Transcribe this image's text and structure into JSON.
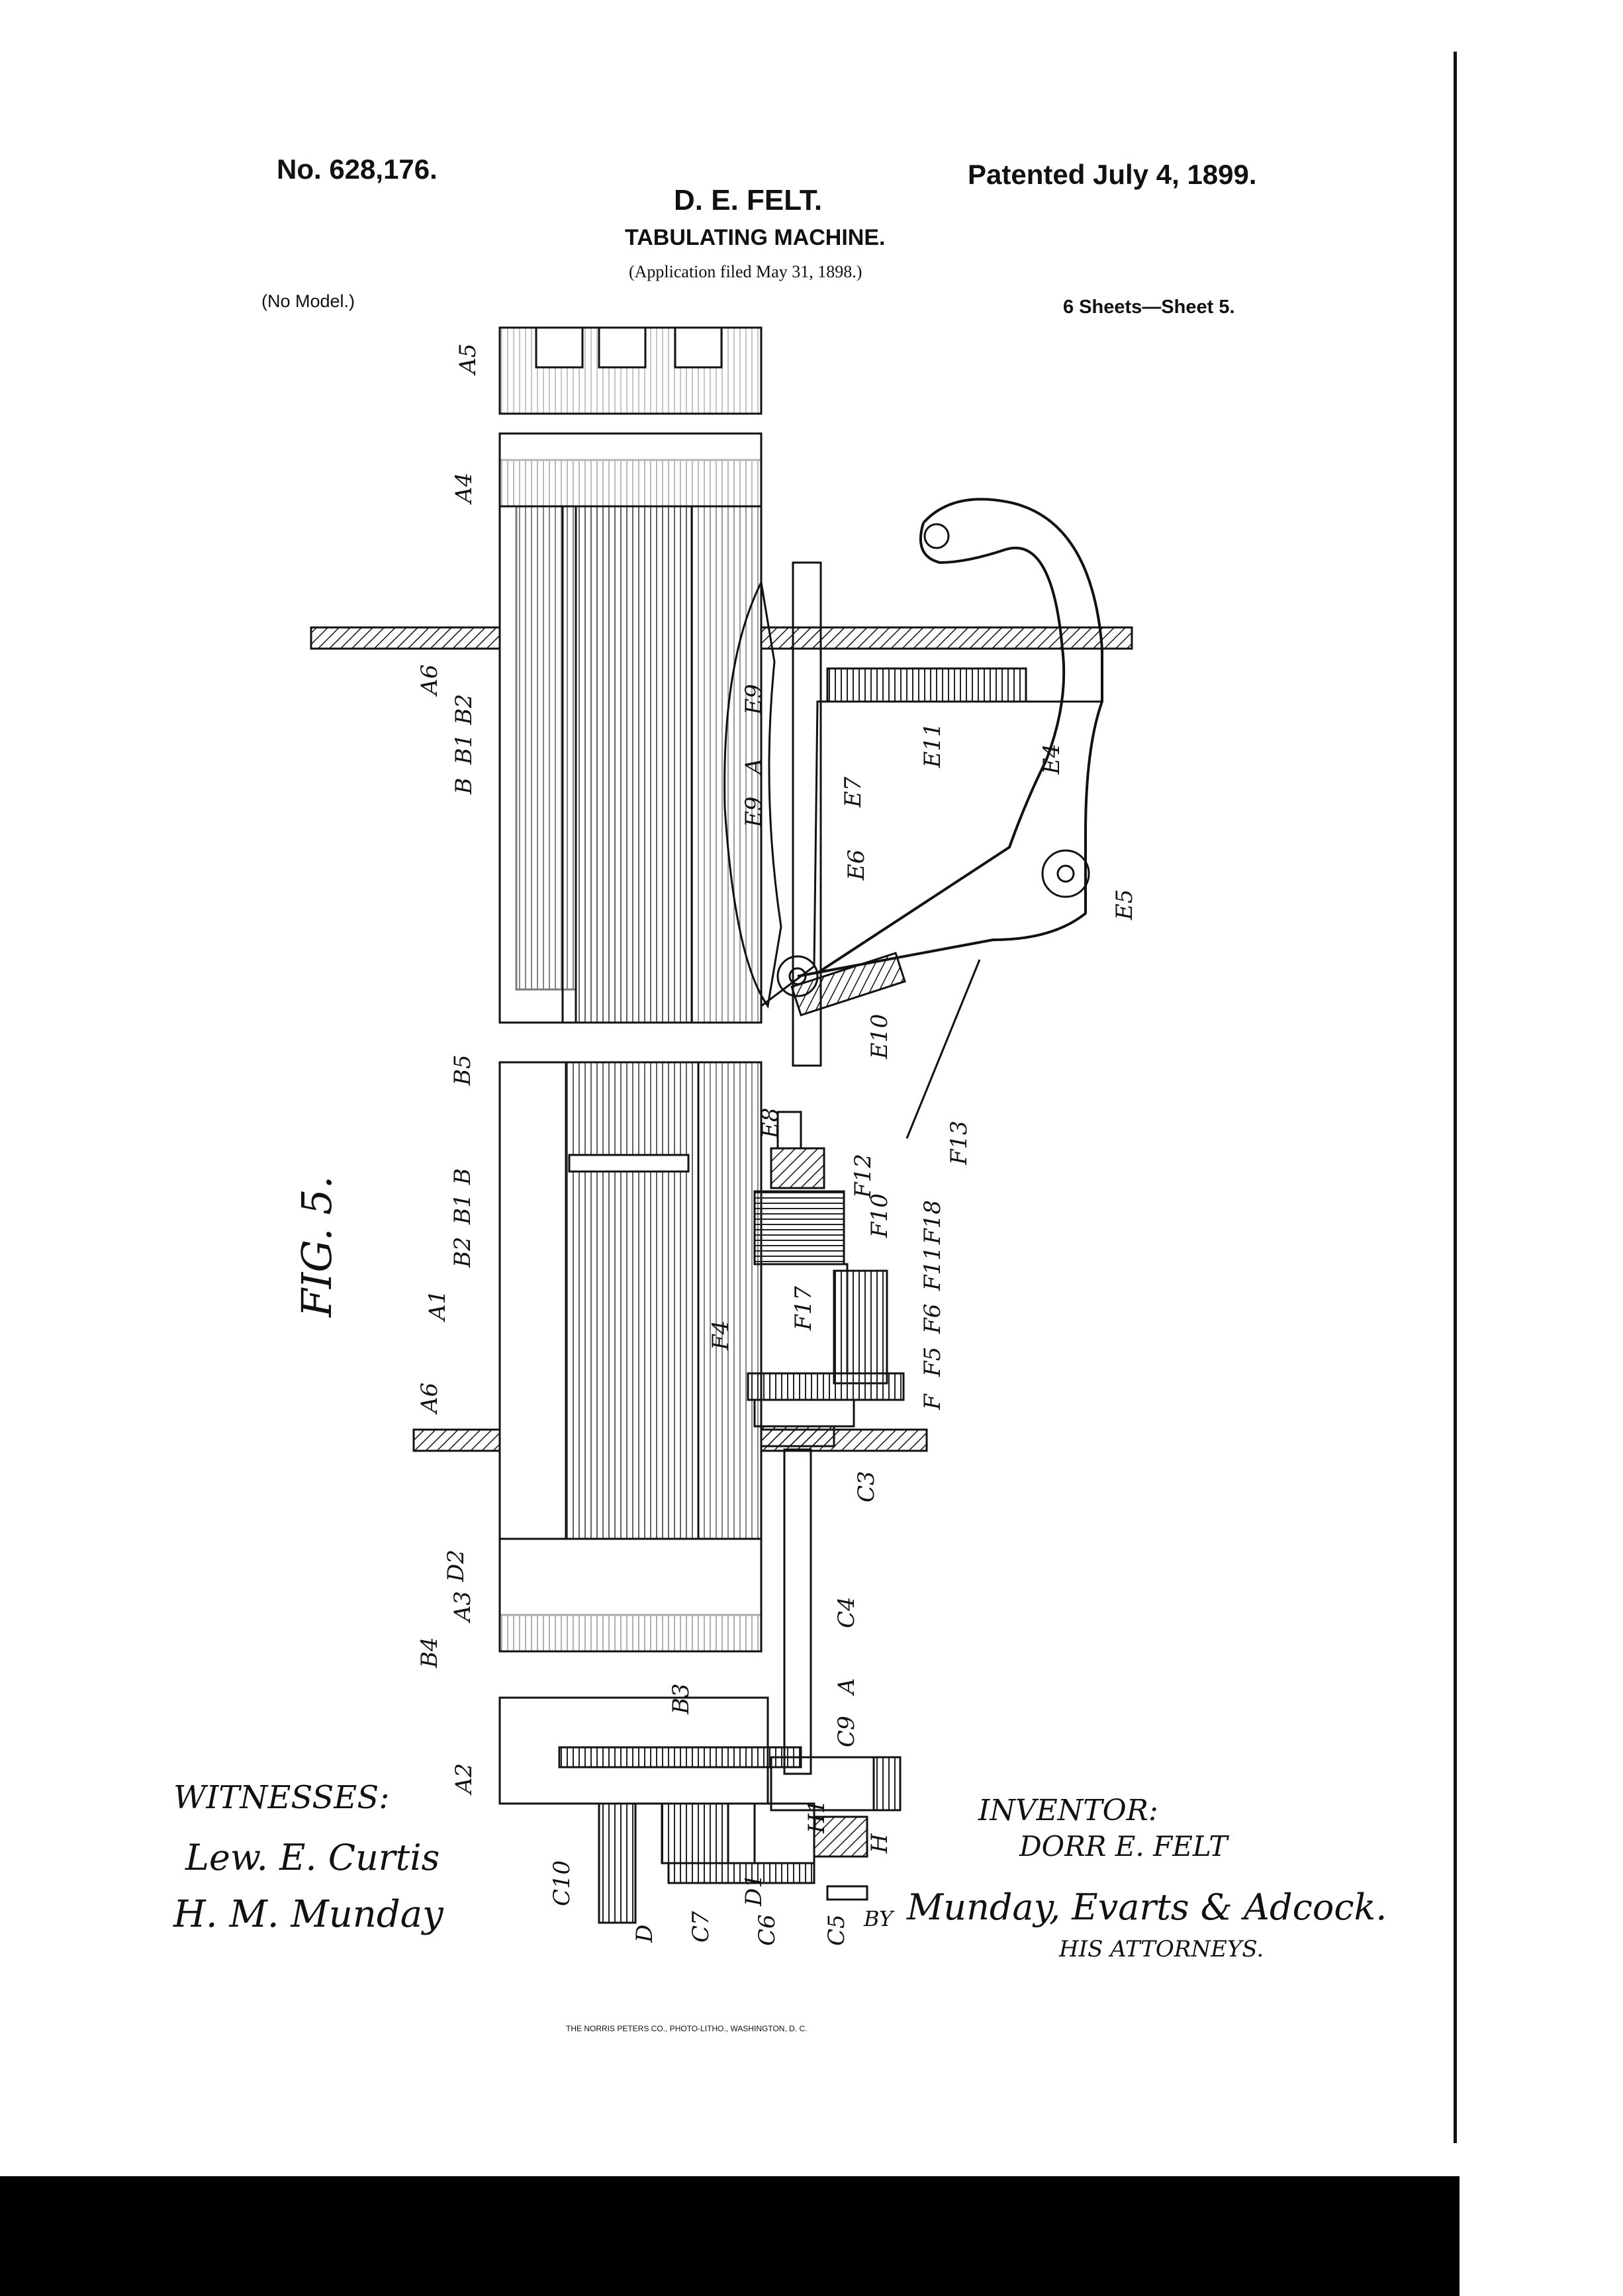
{
  "header": {
    "patent_no": "No. 628,176.",
    "patent_date": "Patented July 4, 1899.",
    "inventor_name": "D. E. FELT.",
    "title": "TABULATING MACHINE.",
    "application_note": "(Application filed May 31, 1898.)",
    "model_note": "(No Model.)",
    "sheet_info": "6 Sheets—Sheet 5."
  },
  "figure": {
    "label": "FIG. 5.",
    "labels": {
      "a5": "A5",
      "a4": "A4",
      "a6_top": "A6",
      "b_top": "B",
      "b1_top": "B1",
      "b2_top": "B2",
      "e9a": "E9",
      "a_mid": "A",
      "e9b": "E9",
      "e7": "E7",
      "e6": "E6",
      "e11": "E11",
      "e4": "E4",
      "e5": "E5",
      "e10": "E10",
      "e8": "E8",
      "f13": "F13",
      "b5": "B5",
      "b1_low": "B1",
      "b_low": "B",
      "b2_low": "B2",
      "a1": "A1",
      "a6_low": "A6",
      "f12": "F12",
      "f10": "F10",
      "f18": "F18",
      "f17": "F17",
      "f11": "F11",
      "f6": "F6",
      "f5": "F5",
      "f": "F",
      "f4": "F4",
      "c3": "C3",
      "c4": "C4",
      "b4": "B4",
      "a3": "A3",
      "d2": "D2",
      "b3": "B3",
      "a_low": "A",
      "c9": "C9",
      "a2": "A2",
      "c10": "C10",
      "d": "D",
      "c7": "C7",
      "d1": "D1",
      "c6": "C6",
      "c5": "C5",
      "h1": "H1",
      "h": "H"
    }
  },
  "witnesses": {
    "heading": "WITNESSES:",
    "signature_1": "Lew. E. Curtis",
    "signature_2": "H. M. Munday"
  },
  "inventor": {
    "heading": "INVENTOR:",
    "name": "DORR E. FELT",
    "by": "BY",
    "attorneys_signature": "Munday, Evarts & Adcock.",
    "attorneys_label": "HIS ATTORNEYS."
  },
  "printer_credit": "THE NORRIS PETERS CO., PHOTO-LITHO., WASHINGTON, D. C."
}
